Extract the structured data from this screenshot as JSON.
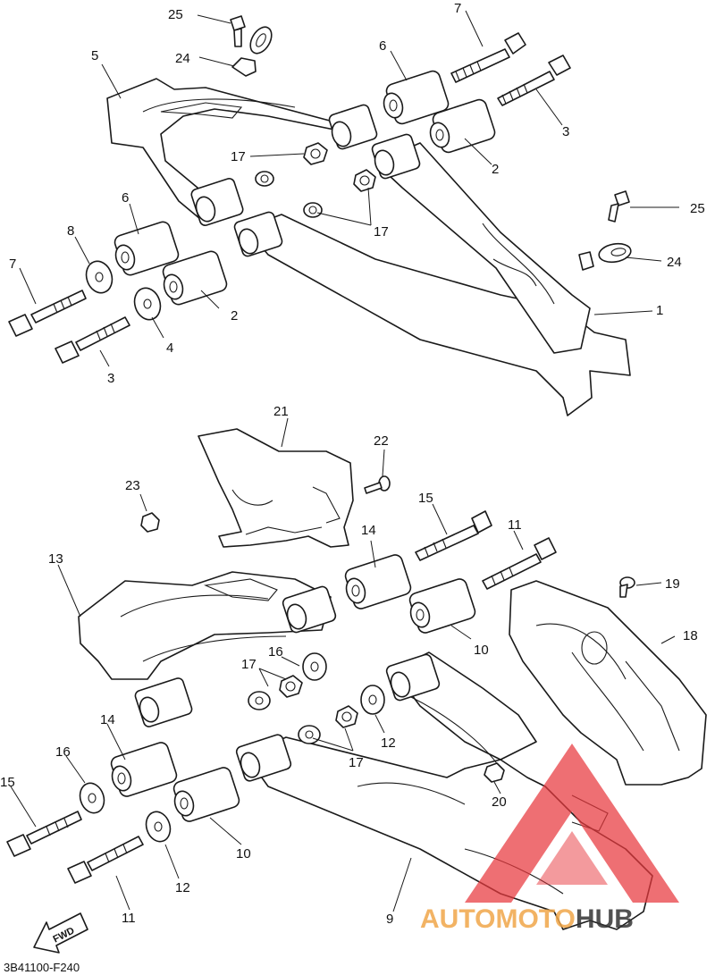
{
  "callouts": {
    "c1": "1",
    "c2a": "2",
    "c2b": "2",
    "c3a": "3",
    "c3b": "3",
    "c4": "4",
    "c5": "5",
    "c6a": "6",
    "c6b": "6",
    "c7a": "7",
    "c7b": "7",
    "c8": "8",
    "c9": "9",
    "c10a": "10",
    "c10b": "10",
    "c11a": "11",
    "c11b": "11",
    "c12a": "12",
    "c12b": "12",
    "c13": "13",
    "c14a": "14",
    "c14b": "14",
    "c15a": "15",
    "c15b": "15",
    "c16a": "16",
    "c16b": "16",
    "c17a": "17",
    "c17b": "17",
    "c17c": "17",
    "c17d": "17",
    "c18": "18",
    "c19": "19",
    "c20": "20",
    "c21": "21",
    "c22": "22",
    "c23": "23",
    "c24a": "24",
    "c24b": "24",
    "c25a": "25",
    "c25b": "25"
  },
  "fwd_label": "FWD",
  "diagram_code": "3B41100-F240",
  "watermark": {
    "part1": "AUTOMOTO",
    "part2": "HUB",
    "color1": "#f0a64a",
    "color2": "#333333",
    "logo_color": "#e8383d"
  }
}
